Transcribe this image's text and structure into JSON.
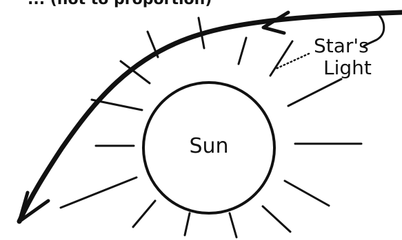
{
  "header_fragment": "... (not to proportion)",
  "labels": {
    "sun": "Sun",
    "star_light_line1": "Star's",
    "star_light_line2": "Light"
  },
  "colors": {
    "ink": "#111111",
    "background": "#ffffff"
  }
}
